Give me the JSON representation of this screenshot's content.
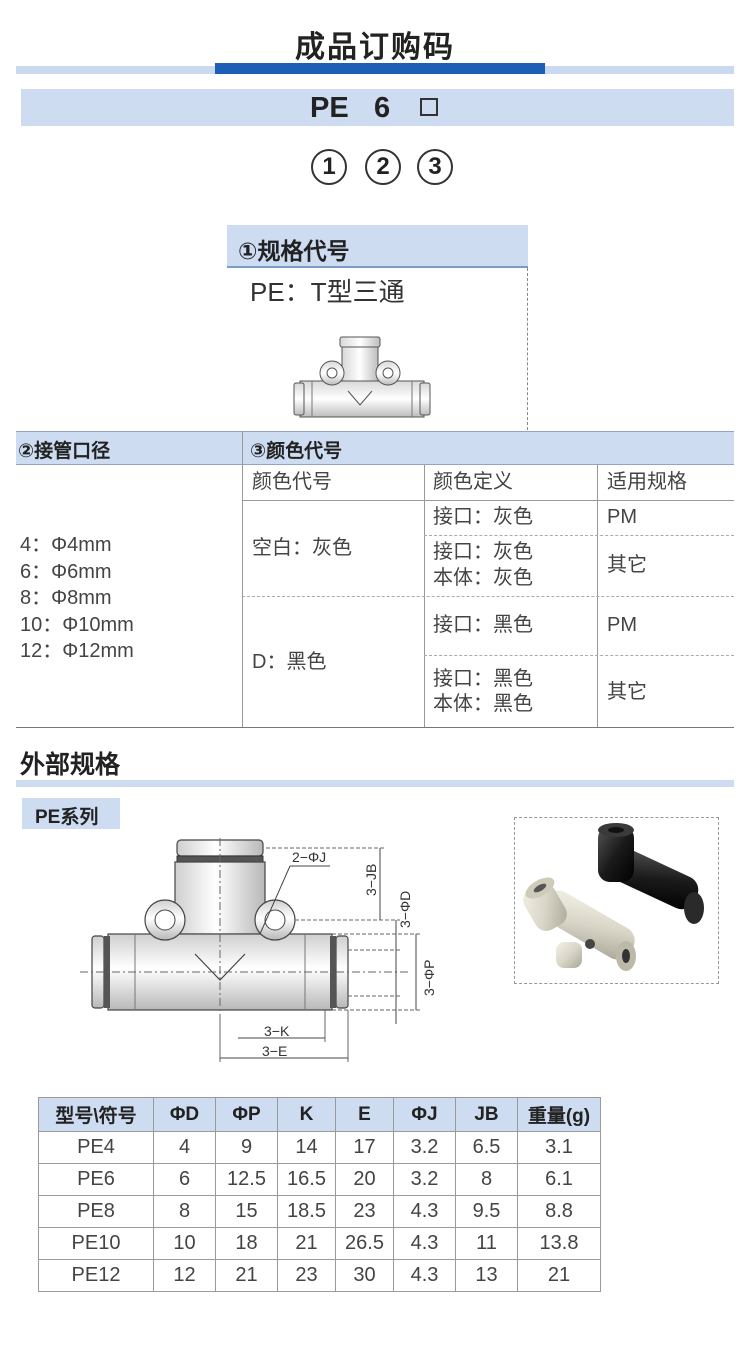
{
  "header": {
    "title": "成品订购码",
    "code_prefix": "PE",
    "code_size": "6",
    "circles": [
      "1",
      "2",
      "3"
    ]
  },
  "section_spec": {
    "title": "①规格代号",
    "value": "PE：T型三通"
  },
  "section_bore": {
    "title": "②接管口径",
    "items": [
      "4：Φ4mm",
      "6：Φ6mm",
      "8：Φ8mm",
      "10：Φ10mm",
      "12：Φ12mm"
    ]
  },
  "section_color": {
    "title": "③颜色代号",
    "headers": [
      "颜色代号",
      "颜色定义",
      "适用规格"
    ],
    "groups": [
      {
        "code": "空白：灰色",
        "rows": [
          {
            "definition": [
              "接口：灰色"
            ],
            "spec": "PM"
          },
          {
            "definition": [
              "接口：灰色",
              "本体：灰色"
            ],
            "spec": "其它"
          }
        ]
      },
      {
        "code": "D：黑色",
        "rows": [
          {
            "definition": [
              "接口：黑色"
            ],
            "spec": "PM"
          },
          {
            "definition": [
              "接口：黑色",
              "本体：黑色"
            ],
            "spec": "其它"
          }
        ]
      }
    ]
  },
  "external": {
    "title": "外部规格",
    "series": "PE系列",
    "dimension_labels": {
      "j": "2−ΦJ",
      "jb": "3−JB",
      "d": "3−ΦD",
      "p": "3−ΦP",
      "k": "3−K",
      "e": "3−E"
    }
  },
  "spec_table": {
    "headers": [
      "型号\\符号",
      "ΦD",
      "ΦP",
      "K",
      "E",
      "ΦJ",
      "JB",
      "重量(g)"
    ],
    "rows": [
      [
        "PE4",
        "4",
        "9",
        "14",
        "17",
        "3.2",
        "6.5",
        "3.1"
      ],
      [
        "PE6",
        "6",
        "12.5",
        "16.5",
        "20",
        "3.2",
        "8",
        "6.1"
      ],
      [
        "PE8",
        "8",
        "15",
        "18.5",
        "23",
        "4.3",
        "9.5",
        "8.8"
      ],
      [
        "PE10",
        "10",
        "18",
        "21",
        "26.5",
        "4.3",
        "11",
        "13.8"
      ],
      [
        "PE12",
        "12",
        "21",
        "23",
        "30",
        "4.3",
        "13",
        "21"
      ]
    ]
  },
  "colors": {
    "accent_dark": "#1d5fb5",
    "accent_light": "#cddcf1"
  }
}
